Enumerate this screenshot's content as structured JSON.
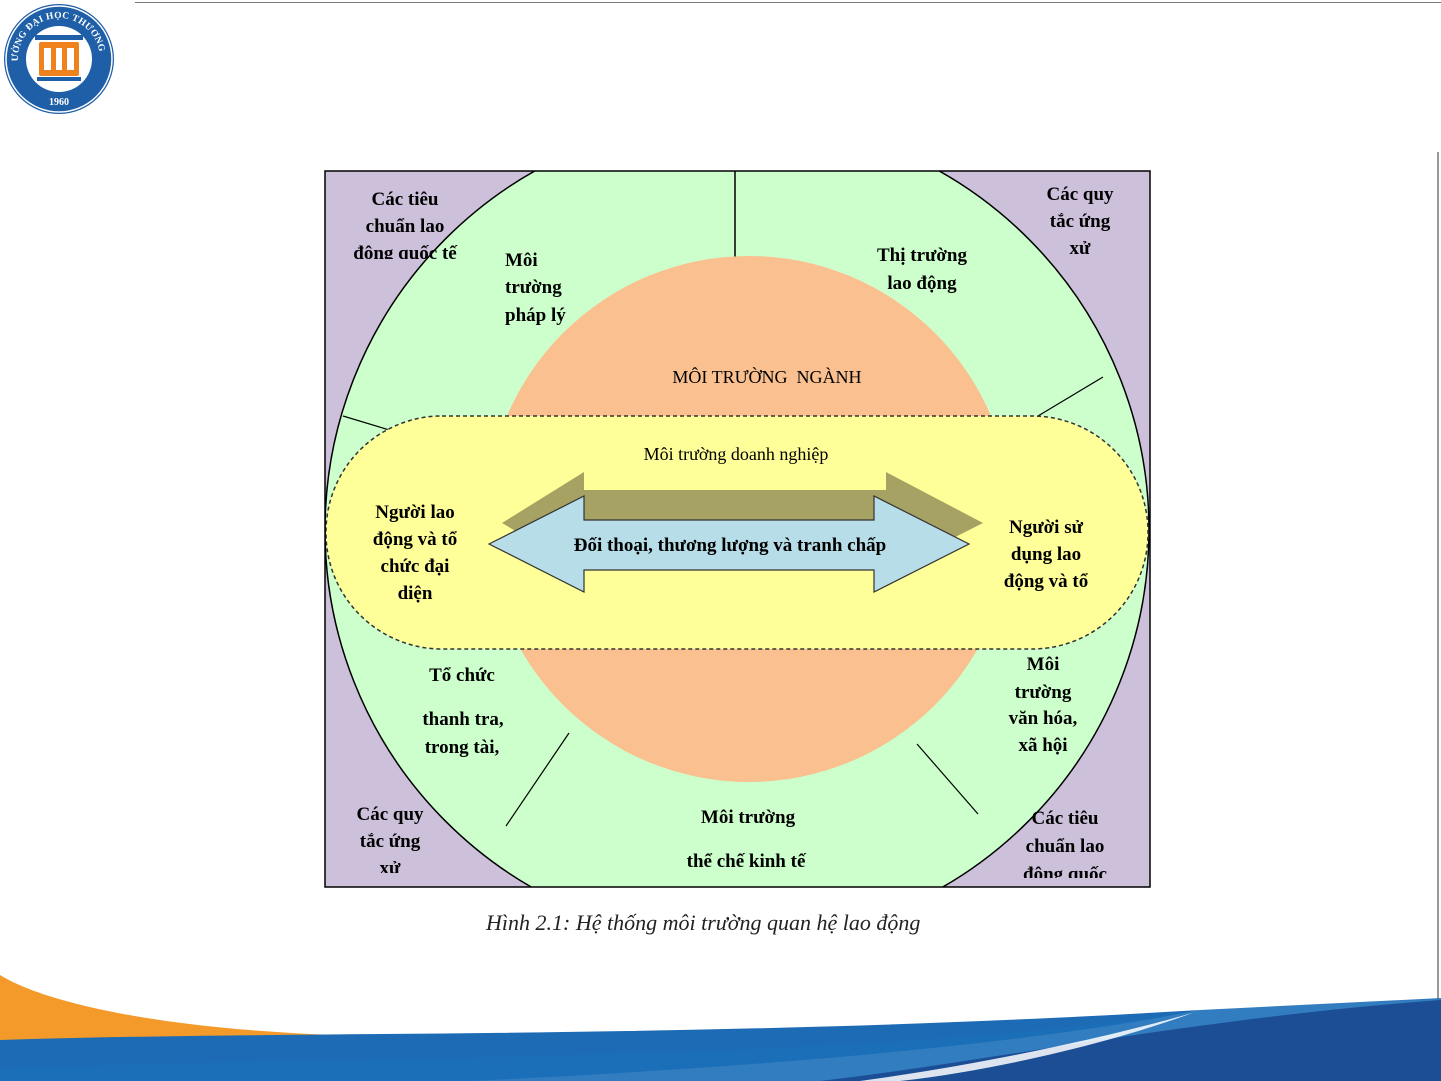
{
  "logo": {
    "arc_text": "TRƯỜNG ĐẠI HỌC THƯƠNG MẠI",
    "year": "1960"
  },
  "diagram": {
    "corner_top_left": [
      "Các tiêu",
      "chuẩn lao",
      "động quốc tế"
    ],
    "corner_top_right": [
      "Các quy",
      "tắc ứng",
      "xử"
    ],
    "corner_bottom_left": [
      "Các quy",
      "tắc ứng",
      "xử"
    ],
    "corner_bottom_right": [
      "Các tiêu",
      "chuẩn lao",
      "động quốc"
    ],
    "ring_phap_ly": [
      "Môi",
      "trường",
      "pháp lý"
    ],
    "ring_thi_truong": [
      "Thị trường",
      "lao động"
    ],
    "ring_van_hoa": [
      "Môi",
      "trường",
      "văn hóa,",
      "xã hội"
    ],
    "ring_the_che_1": "Môi trường",
    "ring_the_che_2": "thể chế kinh tế",
    "ring_to_chuc_1": "Tổ chức",
    "ring_to_chuc_2": [
      "thanh tra,",
      "trong tài,"
    ],
    "industry": "MÔI TRƯỜNG  NGÀNH",
    "enterprise": "Môi trường doanh nghiệp",
    "worker": [
      "Người lao",
      "động và tổ",
      "chức đại",
      "diện"
    ],
    "employer": [
      "Người sử",
      "dụng lao",
      "động và tổ"
    ],
    "arrow_label": "Đối thoại, thương lượng và tranh chấp"
  },
  "caption": "Hình 2.1: Hệ thống môi trường quan hệ lao động",
  "colors": {
    "outer_box": "#ccc0da",
    "ring": "#ccffcc",
    "industry": "#fac090",
    "enterprise": "#ffff99",
    "arrow": "#b7dde8",
    "arrow_shadow": "#a5a264",
    "logo_blue": "#1f5fa8",
    "logo_orange": "#f0821e",
    "footer_orange": "#f39a2a",
    "footer_blue": "#1d6bb4",
    "footer_dark_blue": "#1c4e96"
  }
}
